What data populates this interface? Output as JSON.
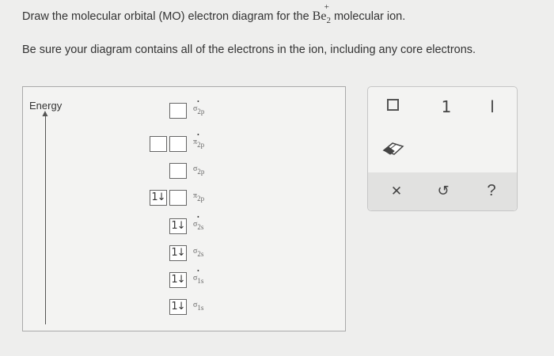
{
  "question": {
    "line1_before": "Draw the molecular orbital (MO) electron diagram for the ",
    "molecule_base": "Be",
    "molecule_subscript": "2",
    "molecule_charge": "+",
    "line1_after": " molecular ion.",
    "line2": "Be sure your diagram contains all of the electrons in the ion, including any core electrons."
  },
  "diagram": {
    "axis_label": "Energy",
    "orbitals": [
      {
        "symbol": "σ",
        "subscript": "2p",
        "star": "*",
        "boxes": [
          ""
        ]
      },
      {
        "symbol": "π",
        "subscript": "2p",
        "star": "*",
        "boxes": [
          "",
          ""
        ]
      },
      {
        "symbol": "σ",
        "subscript": "2p",
        "star": "",
        "boxes": [
          ""
        ]
      },
      {
        "symbol": "π",
        "subscript": "2p",
        "star": "",
        "boxes": [
          "1↓",
          ""
        ]
      },
      {
        "symbol": "σ",
        "subscript": "2s",
        "star": "*",
        "boxes": [
          "1↓"
        ]
      },
      {
        "symbol": "σ",
        "subscript": "2s",
        "star": "",
        "boxes": [
          "1↓"
        ]
      },
      {
        "symbol": "σ",
        "subscript": "1s",
        "star": "*",
        "boxes": [
          "1↓"
        ]
      },
      {
        "symbol": "σ",
        "subscript": "1s",
        "star": "",
        "boxes": [
          "1↓"
        ]
      }
    ]
  },
  "toolbar": {
    "box_tool": "☐",
    "up_arrow_tool": "1",
    "down_arrow_tool": "l",
    "clear_tool": "✕",
    "undo_tool": "↺",
    "help_tool": "?"
  },
  "icons": {
    "eraser": "eraser-icon",
    "undo": "undo-icon",
    "clear": "clear-icon",
    "help": "help-icon"
  },
  "colors": {
    "background": "#eeeeed",
    "canvas": "#f3f3f2",
    "border": "#aaaaaa"
  }
}
